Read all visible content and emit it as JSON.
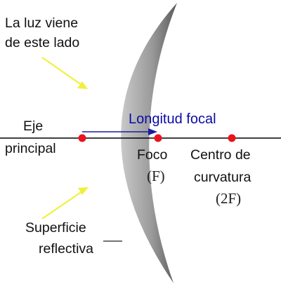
{
  "labels": {
    "light_line1": "La luz viene",
    "light_line2": "de este lado",
    "axis_line1": "Eje",
    "axis_line2": "principal",
    "focal_length": "Longitud focal",
    "focus": "Foco",
    "focus_symbol": "(F)",
    "center_line1": "Centro de",
    "center_line2": "curvatura",
    "center_symbol": "(2F)",
    "surface_line1": "Superficie",
    "surface_line2": "reflectiva"
  },
  "colors": {
    "axis": "#000000",
    "focal_arrow": "#1a1aa0",
    "focal_text": "#0a0aa8",
    "points": "#e8141e",
    "pointer_arrows": "#f0f03c",
    "mirror_dark": "#555555",
    "mirror_light": "#d2d2d2"
  }
}
